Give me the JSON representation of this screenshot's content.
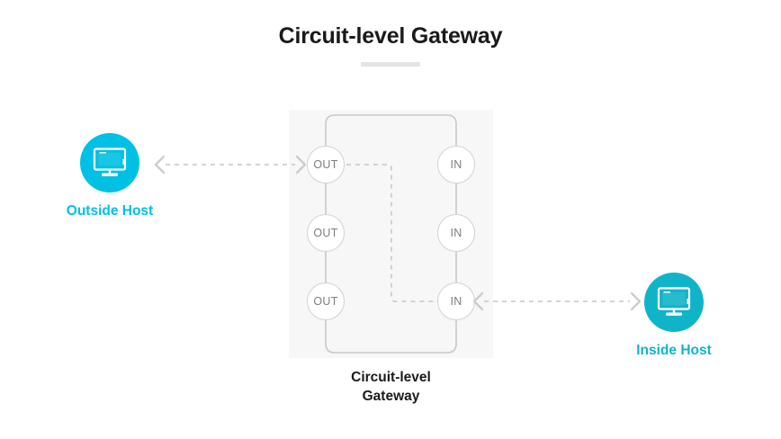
{
  "header": {
    "title": "Circuit-level Gateway",
    "divider": "title-divider"
  },
  "gateway": {
    "caption_line1": "Circuit-level",
    "caption_line2": "Gateway",
    "out_nodes": [
      {
        "label": "OUT"
      },
      {
        "label": "OUT"
      },
      {
        "label": "OUT"
      }
    ],
    "in_nodes": [
      {
        "label": "IN"
      },
      {
        "label": "IN"
      },
      {
        "label": "IN"
      }
    ]
  },
  "hosts": [
    {
      "id": "outside-host",
      "label": "Outside Host",
      "icon": "desktop-monitor-icon",
      "circle_color": "#00c0e4",
      "label_color": "#00c0e4"
    },
    {
      "id": "inside-host",
      "label": "Inside Host",
      "icon": "desktop-monitor-icon",
      "circle_color": "#10b4c8",
      "label_color": "#10b4c8"
    }
  ],
  "connectors": [
    {
      "id": "outside-host-to-gateway",
      "style": "dashed",
      "arrowheads": "both",
      "color": "#cdcdcd"
    },
    {
      "id": "gateway-to-inside-host",
      "style": "dashed",
      "arrowheads": "both",
      "color": "#cdcdcd"
    }
  ],
  "colors": {
    "box_background": "#f7f7f7",
    "circuit_line": "#c8c8c8",
    "dashed_line": "#cdcdcd",
    "node_border": "#d2d2d2",
    "node_text": "#7d7d7d",
    "title_text": "#1a1a1a",
    "divider": "#e4e4e4"
  }
}
